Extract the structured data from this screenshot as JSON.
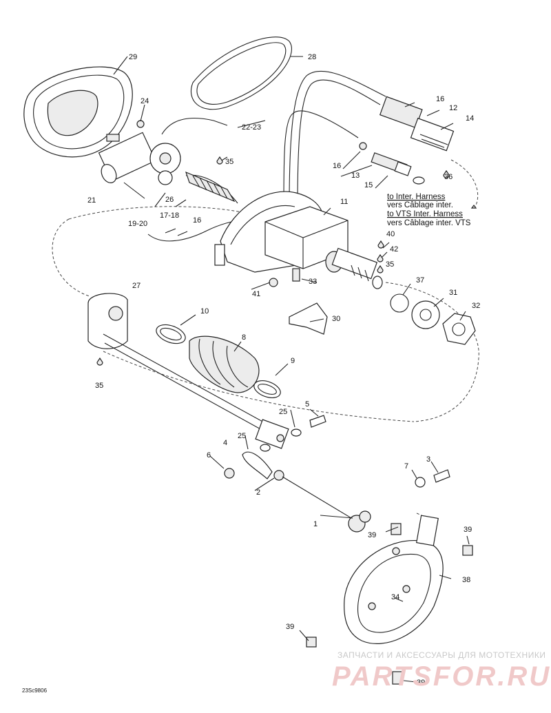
{
  "parts": {
    "p1": "1",
    "p2": "2",
    "p3": "3",
    "p4": "4",
    "p5": "5",
    "p6": "6",
    "p7": "7",
    "p8": "8",
    "p9": "9",
    "p10": "10",
    "p11": "11",
    "p12": "12",
    "p13": "13",
    "p14": "14",
    "p15": "15",
    "p16a": "16",
    "p16b": "16",
    "p16c": "16",
    "p17_18": "17-18",
    "p19_20": "19-20",
    "p21": "21",
    "p22_23": "22-23",
    "p24": "24",
    "p25a": "25",
    "p25b": "25",
    "p26": "26",
    "p27": "27",
    "p28": "28",
    "p29": "29",
    "p30": "30",
    "p31": "31",
    "p32": "32",
    "p33": "33",
    "p34": "34",
    "p35a": "35",
    "p35b": "35",
    "p35c": "35",
    "p36": "36",
    "p37": "37",
    "p38": "38",
    "p39a": "39",
    "p39b": "39",
    "p39c": "39",
    "p39d": "39",
    "p40": "40",
    "p41": "41",
    "p42": "42"
  },
  "notes": {
    "line1": "to Inter. Harness",
    "line2": "vers Câblage inter.",
    "line3": "to VTS Inter. Harness",
    "line4": "vers Câblage inter. VTS"
  },
  "drawing_code": "23Sc9806",
  "watermark": {
    "top": "ЗАПЧАСТИ И АКСЕССУАРЫ ДЛЯ МОТОТЕХНИКИ",
    "brand": "PARTSFOR.RU"
  }
}
